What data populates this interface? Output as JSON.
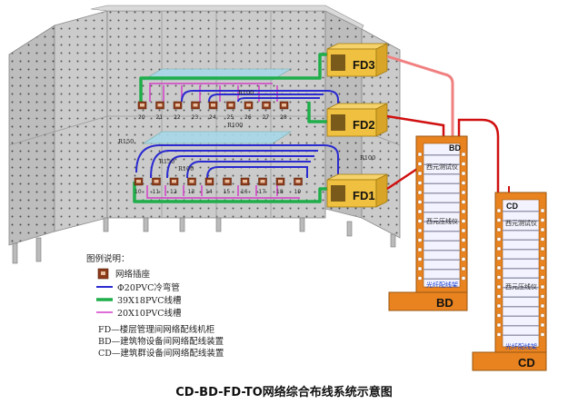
{
  "caption": "CD-BD-FD-TO网络综合布线系统示意图",
  "fd_labels": [
    "FD3",
    "FD2",
    "FD1"
  ],
  "bd": {
    "label": "BD",
    "top_label": "BD",
    "devices": [
      "西元测试仪",
      "西元压线仪",
      "光纤配线架"
    ]
  },
  "cd": {
    "label": "CD",
    "top_label": "CD",
    "devices": [
      "西元测试仪",
      "西元压线仪",
      "光纤配线架"
    ]
  },
  "legend": {
    "title": "图例说明：",
    "items": [
      {
        "icon": "socket",
        "text": "网络插座"
      },
      {
        "icon": "line-blue",
        "text": "Φ20PVC冷弯管"
      },
      {
        "icon": "line-green",
        "text": "39X18PVC线槽"
      },
      {
        "icon": "line-magenta",
        "text": "20X10PVC线槽"
      }
    ],
    "notes": [
      "FD—楼层管理间网络配线机柜",
      "BD—建筑物设备间网络配线装置",
      "CD—建筑群设备间网络配线装置"
    ]
  },
  "sockets": {
    "upper": [
      "20",
      "21",
      "22",
      "23",
      "24",
      "25",
      "26",
      "27",
      "28"
    ],
    "lower": [
      "10",
      "11",
      "12",
      "13",
      "14",
      "15",
      "16",
      "17",
      "18",
      "19"
    ]
  },
  "bend_labels": [
    "R100",
    "R100",
    "R150",
    "R150",
    "R100",
    "R100"
  ],
  "colors": {
    "panel": "#c9c9c9",
    "rack_orange": "#e8831f",
    "fd_yellow": "#f0c040",
    "blue": "#2a2ad0",
    "green": "#1fae4a",
    "magenta": "#d23fc8",
    "red": "#d01010",
    "pink": "#f08080"
  }
}
